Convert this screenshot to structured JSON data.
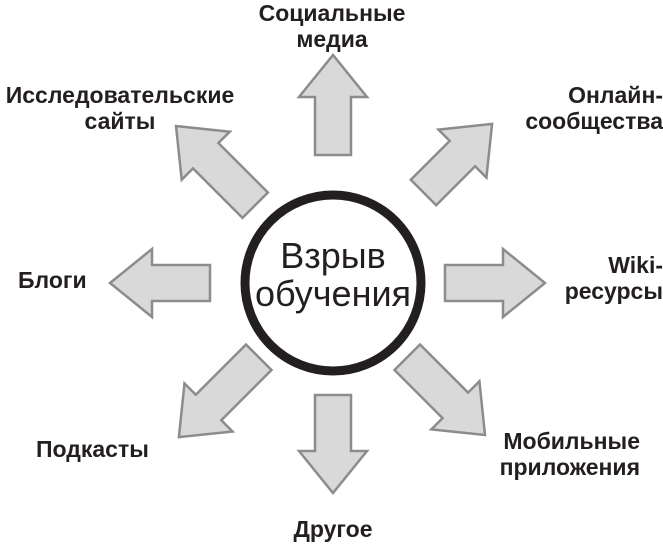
{
  "center": {
    "line1": "Взрыв",
    "line2": "обучения"
  },
  "branches": {
    "social": {
      "line1": "Социальные",
      "line2": "медиа"
    },
    "online": {
      "line1": "Онлайн-",
      "line2": "сообщества"
    },
    "wiki": {
      "line1": "Wiki-",
      "line2": "ресурсы"
    },
    "mobile": {
      "line1": "Мобильные",
      "line2": "приложения"
    },
    "other": {
      "line1": "Другое"
    },
    "podcasts": {
      "line1": "Подкасты"
    },
    "blogs": {
      "line1": "Блоги"
    },
    "research": {
      "line1": "Исследовательские",
      "line2": "сайты"
    }
  },
  "colors": {
    "arrow_fill": "#d9d9d9",
    "arrow_stroke": "#8c8c8c",
    "circle_stroke": "#231f20",
    "text": "#231f20"
  }
}
